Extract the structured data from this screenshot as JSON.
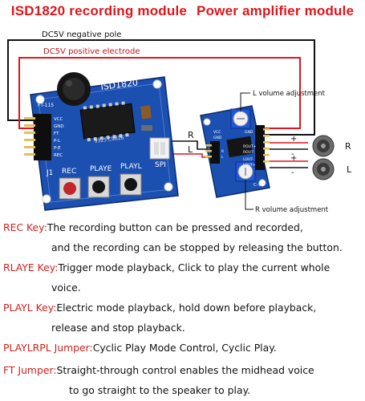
{
  "title": {
    "left": "ISD1820 recording module",
    "right": "Power amplifier module"
  },
  "wires": {
    "negative": "DC5V negative pole",
    "positive": "DC5V positive electrode",
    "r": "R",
    "l": "L"
  },
  "isd_board": {
    "chip_label": "ISD1820",
    "side_label": "FT-115",
    "chip_text": "9325 C9B26",
    "pin_labels": [
      "VCC",
      "GND",
      "FT",
      "P-L",
      "P-E",
      "REC"
    ],
    "button_labels": [
      "J1",
      "REC",
      "PLAYE",
      "PLAYL",
      "SPI"
    ]
  },
  "amp_board": {
    "pins_left": [
      "VCC",
      "GND",
      "R",
      "L"
    ],
    "pins_right": [
      "GND",
      "ROUT+",
      "ROUT-",
      "LOUT-",
      "LOUT+"
    ],
    "bottom_text": "C-98",
    "l_volume": "L volume adjustment",
    "r_volume": "R volume adjustment"
  },
  "speakers": {
    "r": {
      "plus": "+",
      "minus": "-",
      "label": "R"
    },
    "l": {
      "plus": "+",
      "minus": "-",
      "label": "L"
    }
  },
  "colors": {
    "title_red": "#e0151b",
    "key_red": "#d11f1f",
    "pcb_blue": "#1b4fb0",
    "wire_black": "#111111",
    "wire_red": "#e0151b"
  },
  "notes": [
    {
      "key": "REC Key:",
      "line1": "The recording button can be pressed and recorded,",
      "line2": "and the recording can be stopped by releasing the button."
    },
    {
      "key": "RLAYE Key:",
      "line1": "Trigger mode playback, Click to play the current whole",
      "line2": "voice."
    },
    {
      "key": "PLAYL Key:",
      "line1": "Electric mode playback, hold down before playback,",
      "line2": "release and stop playback."
    },
    {
      "key": "PLAYLRPL Jumper:",
      "line1": "Cyclic Play Mode Control, Cyclic Play.",
      "line2": ""
    },
    {
      "key": "FT Jumper:",
      "line1": "Straight-through control enables the midhead voice",
      "line2": "to go straight to the speaker to play."
    }
  ]
}
